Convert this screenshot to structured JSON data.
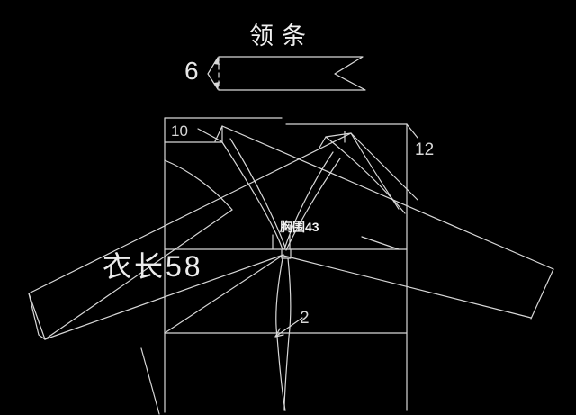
{
  "diagram": {
    "type": "sewing-pattern-draft",
    "colors": {
      "background": "#000000",
      "line": "#d8d8d8",
      "text": "#e2e2e2"
    },
    "annotations": {
      "collar_strip_title": "领条",
      "collar_strip_width": "6",
      "back_neck_width": "10",
      "armhole_depth": "12",
      "bust_label": "胸围43",
      "garment_length_label": "衣长58",
      "dart_width": "2"
    }
  }
}
